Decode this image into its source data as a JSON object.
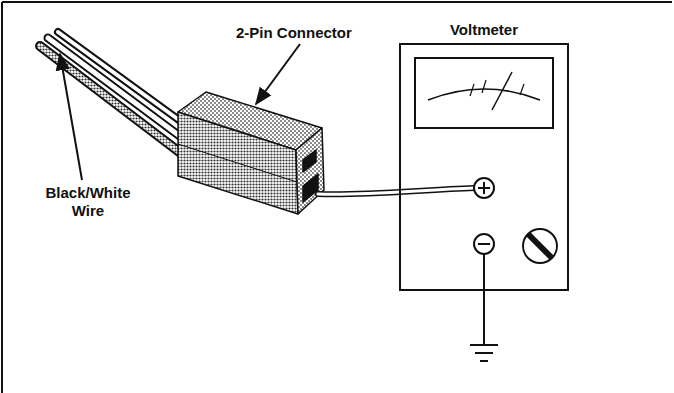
{
  "diagram": {
    "nodes": [
      {
        "text": [
          "Voltmeter"
        ]
      }
    ],
    "labels": [
      "2-Pin Connector",
      "Black/White Wire"
    ]
  }
}
